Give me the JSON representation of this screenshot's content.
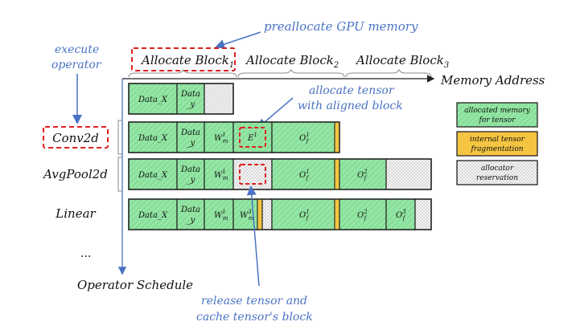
{
  "annotations": {
    "preallocate": "preallocate GPU memory",
    "execute_line1": "execute",
    "execute_line2": "operator",
    "allocate_tensor_line1": "allocate tensor",
    "allocate_tensor_line2": "with aligned block",
    "release_line1": "release tensor and",
    "release_line2": "cache tensor's block",
    "memory_address": "Memory Address",
    "operator_schedule": "Operator Schedule",
    "ellipsis": "..."
  },
  "blocks": {
    "block1": {
      "base": "Allocate Block",
      "sub": "1"
    },
    "block2": {
      "base": "Allocate Block",
      "sub": "2"
    },
    "block3": {
      "base": "Allocate Block",
      "sub": "3"
    }
  },
  "operators": [
    "Conv2d",
    "AvgPool2d",
    "Linear"
  ],
  "cells": {
    "data_x": "Data_X",
    "data_y_line1": "Data",
    "data_y_line2": "_y",
    "w1": {
      "base": "W",
      "sup": "1",
      "sub": "m"
    },
    "w3": {
      "base": "W",
      "sup": "3",
      "sub": "m"
    },
    "e1": {
      "base": "E",
      "sup": "1"
    },
    "o1": {
      "base": "O",
      "sup": "1",
      "sub": "f"
    },
    "o2": {
      "base": "O",
      "sup": "2",
      "sub": "f"
    },
    "o3": {
      "base": "O",
      "sup": "3",
      "sub": "f"
    }
  },
  "legend": {
    "allocated_line1": "allocated memory",
    "allocated_line2": "for tensor",
    "fragmentation_line1": "internal tensor",
    "fragmentation_line2": "fragmentation",
    "reservation_line1": "allocator",
    "reservation_line2": "reservation"
  },
  "colors": {
    "allocated": "#93e6a4",
    "fragmentation": "#f5c542",
    "reservation": "#f4f4f4",
    "annotation_blue": "#4a73c4",
    "highlight_red": "#e02020"
  }
}
